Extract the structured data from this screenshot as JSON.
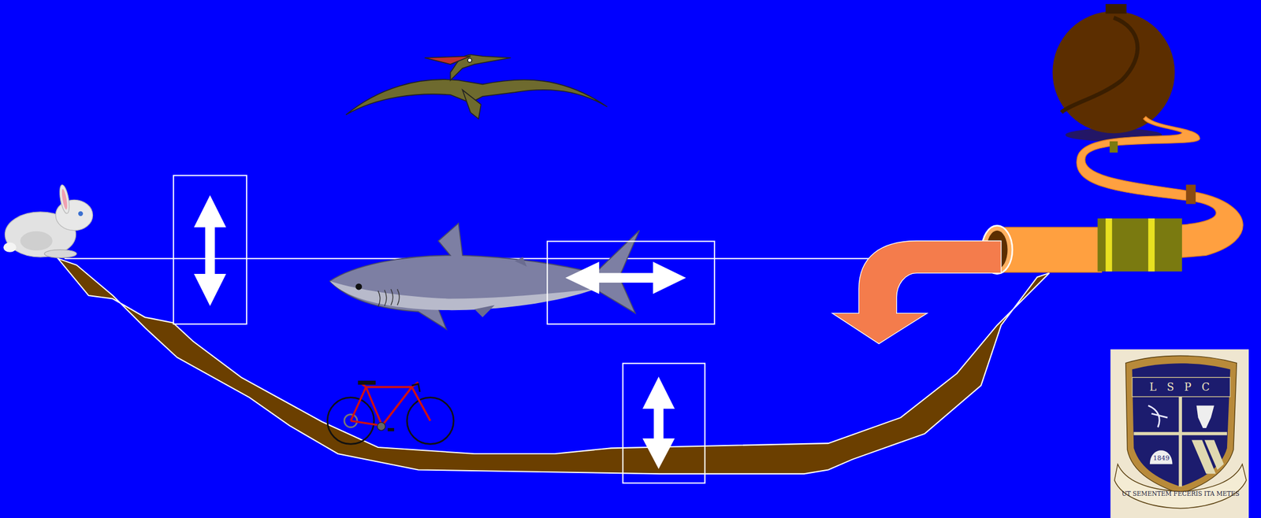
{
  "diagram": {
    "labels": [
      "L S P C",
      "1849",
      "UT SEMENTEM FECERIS ITA METES"
    ]
  }
}
